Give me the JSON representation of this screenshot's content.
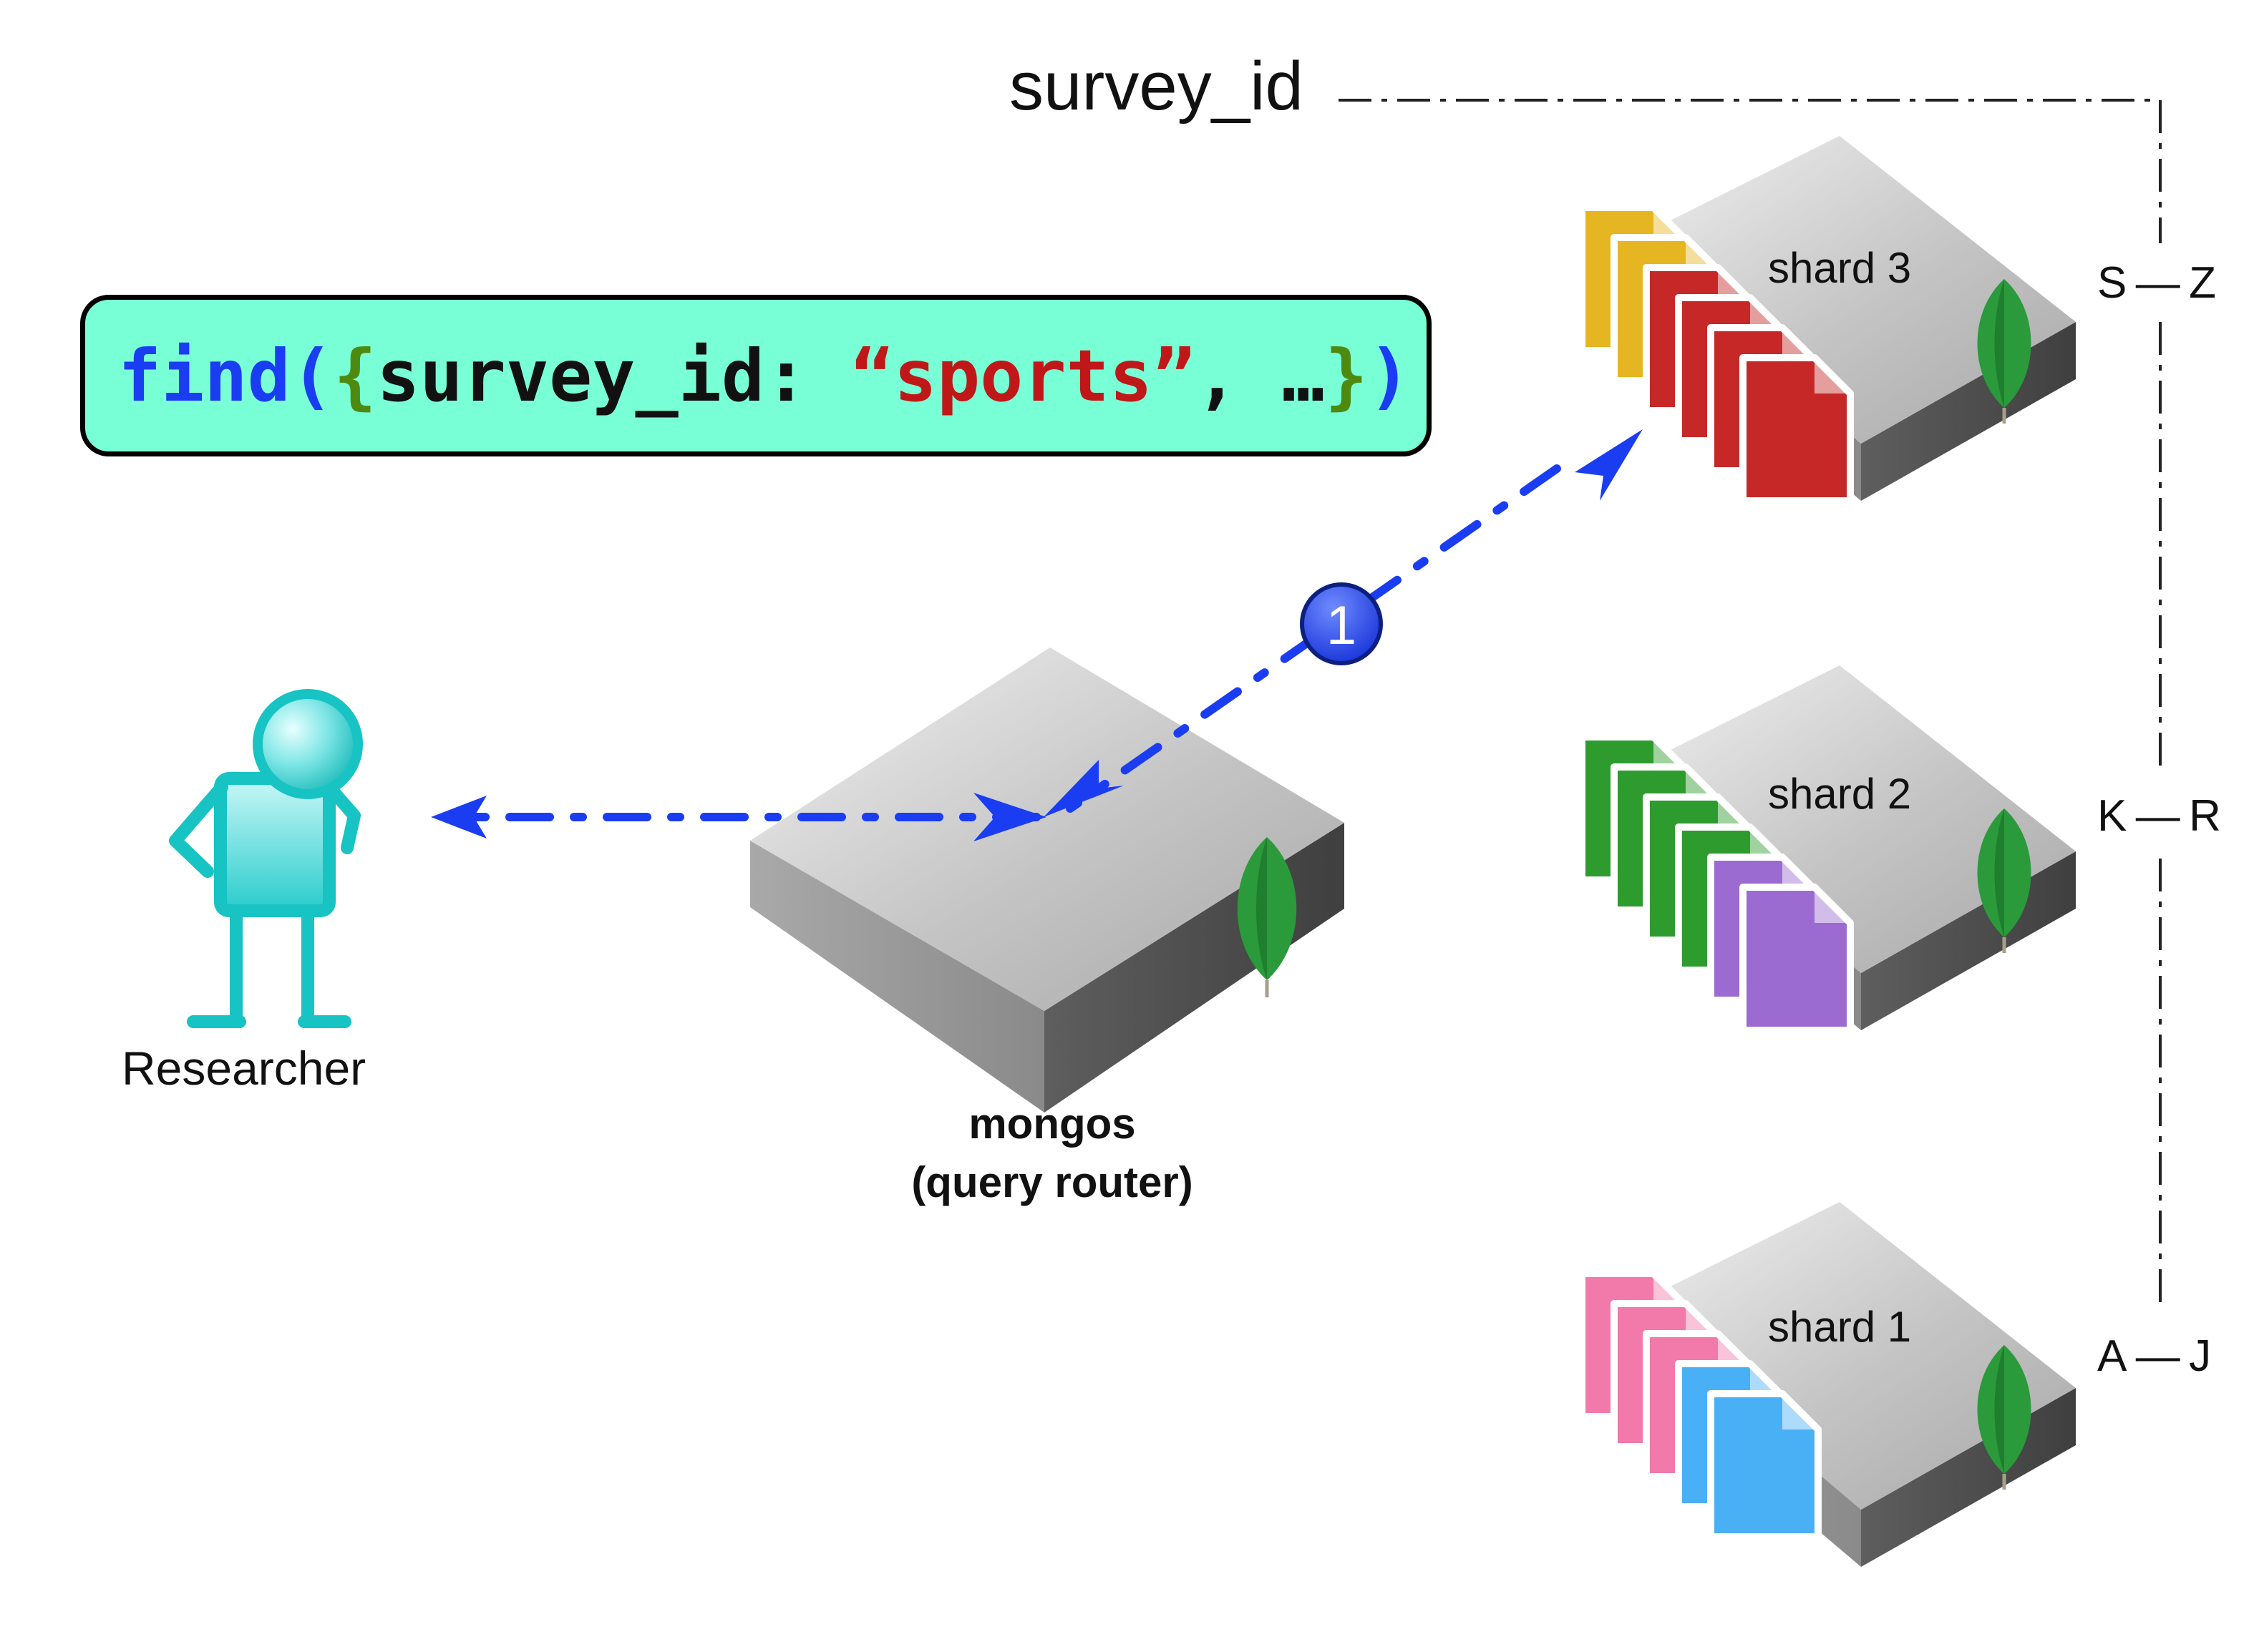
{
  "shard_key": {
    "title": "survey_id"
  },
  "query": {
    "fn": "find",
    "open_paren": "(",
    "open_brace": "{",
    "field": "survey_id: ",
    "value": "“sports”",
    "rest": ", …",
    "close_brace": "}",
    "close_paren": ")"
  },
  "researcher": {
    "label": "Researcher",
    "icon": "person-thinking-icon",
    "color": "#1fd0d0"
  },
  "mongos": {
    "line1": "mongos",
    "line2": "(query router)",
    "icon": "mongodb-leaf-icon"
  },
  "step": {
    "number": "1",
    "color": "#1b3df2"
  },
  "shards": [
    {
      "name": "shard 3",
      "range": "S — Z",
      "doc_colors": [
        "#e6b522",
        "#e6b522",
        "#c62828",
        "#c62828",
        "#c62828",
        "#c62828"
      ]
    },
    {
      "name": "shard 2",
      "range": "K — R",
      "doc_colors": [
        "#2e9b2e",
        "#2e9b2e",
        "#2e9b2e",
        "#2e9b2e",
        "#9b6bd1",
        "#9b6bd1"
      ]
    },
    {
      "name": "shard 1",
      "range": "A — J",
      "doc_colors": [
        "#f27aaa",
        "#f27aaa",
        "#f27aaa",
        "#4ab0f5",
        "#4ab0f5"
      ]
    }
  ],
  "colors": {
    "arrow": "#1b3df2",
    "leaf": "#2a9a3a",
    "query_box": "#79ffd6"
  }
}
